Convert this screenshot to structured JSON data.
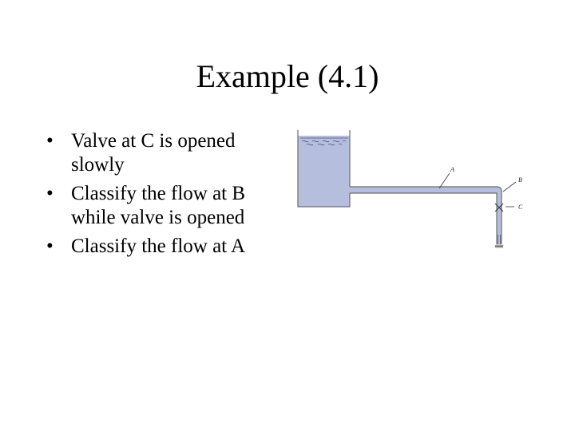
{
  "slide": {
    "title": "Example (4.1)",
    "bullet_glyph": "•",
    "bullets": [
      "Valve at C is opened slowly",
      "Classify the flow at B while valve is opened",
      "Classify the flow at A"
    ]
  },
  "diagram": {
    "labels": {
      "a": "A",
      "b": "B",
      "c": "C"
    },
    "colors": {
      "water": "#b5bedd",
      "outline": "#6e6e6e",
      "surface": "#4a5580"
    }
  }
}
